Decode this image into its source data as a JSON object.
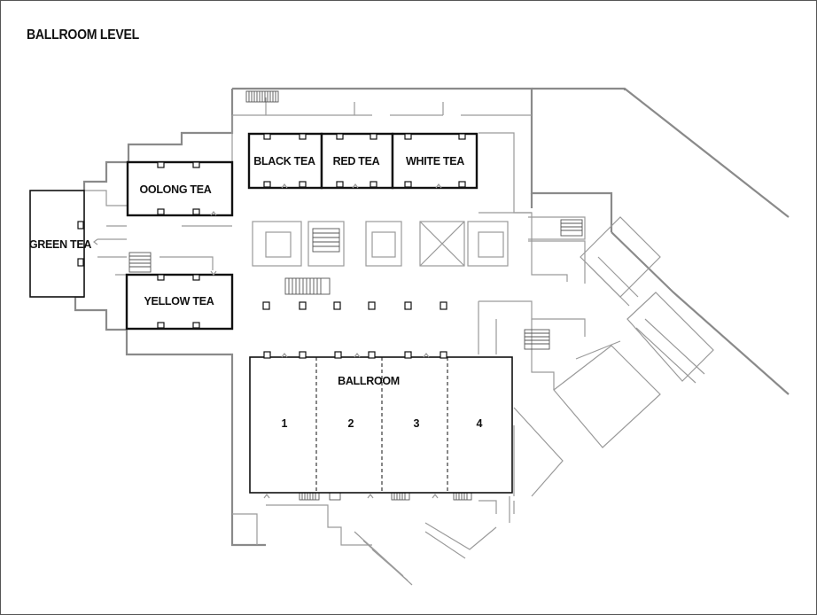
{
  "title": "BALLROOM LEVEL",
  "rooms": {
    "black_tea": "BLACK TEA",
    "red_tea": "RED TEA",
    "white_tea": "WHITE TEA",
    "oolong_tea": "OOLONG TEA",
    "green_tea": "GREEN TEA",
    "yellow_tea": "YELLOW TEA",
    "ballroom": "BALLROOM"
  },
  "ballroom_sections": [
    "1",
    "2",
    "3",
    "4"
  ],
  "colors": {
    "room_outline": "#111111",
    "building_walls": "#8a8a8a",
    "background": "#ffffff"
  }
}
